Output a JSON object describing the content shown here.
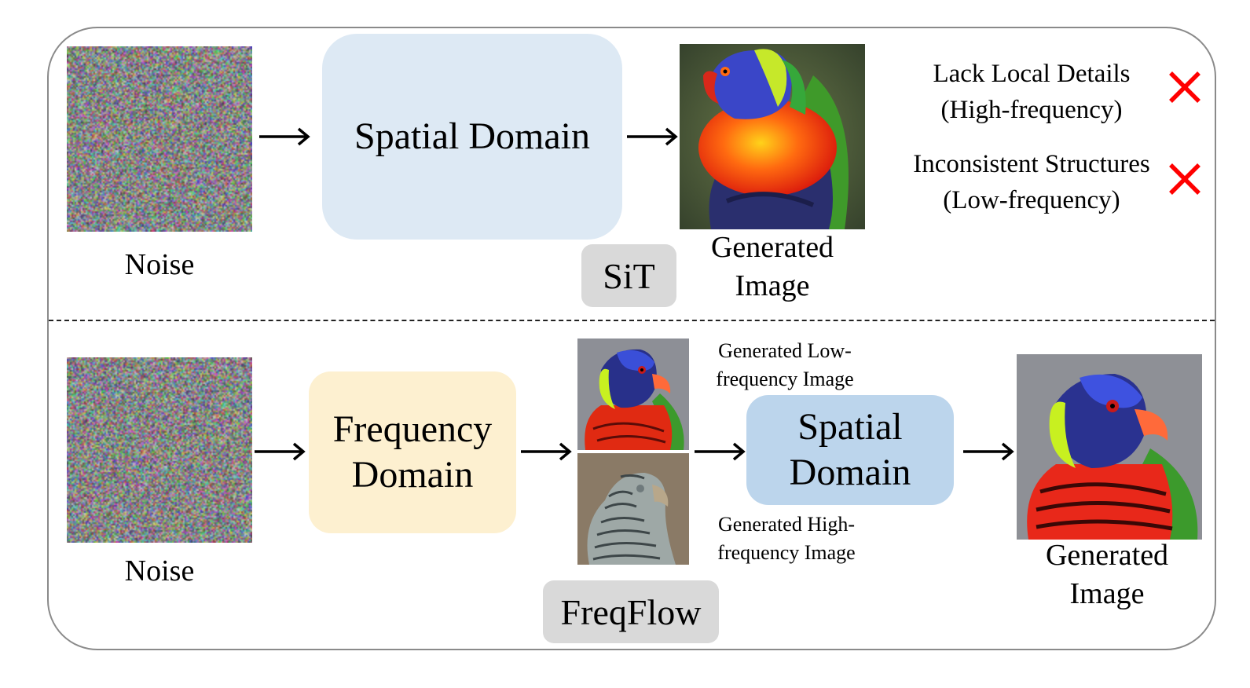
{
  "top_panel": {
    "method_tag": "SiT",
    "noise_label": "Noise",
    "process_box": "Spatial Domain",
    "output_label_line1": "Generated",
    "output_label_line2": "Image",
    "issues": [
      {
        "line1": "Lack Local Details",
        "line2": "(High-frequency)",
        "icon": "x-mark-icon"
      },
      {
        "line1": "Inconsistent Structures",
        "line2": "(Low-frequency)",
        "icon": "x-mark-icon"
      }
    ]
  },
  "bottom_panel": {
    "method_tag": "FreqFlow",
    "noise_label": "Noise",
    "freq_box_line1": "Frequency",
    "freq_box_line2": "Domain",
    "low_freq_label_line1": "Generated Low-",
    "low_freq_label_line2": "frequency Image",
    "high_freq_label_line1": "Generated High-",
    "high_freq_label_line2": "frequency Image",
    "spatial_box_line1": "Spatial",
    "spatial_box_line2": "Domain",
    "output_label_line1": "Generated",
    "output_label_line2": "Image"
  },
  "colors": {
    "spatial_top_fill": "#dde9f4",
    "frequency_fill": "#fdf0d0",
    "spatial_bottom_fill": "#bcd5ec",
    "tag_fill": "#d9d9d9",
    "x_mark": "#ff0000"
  }
}
